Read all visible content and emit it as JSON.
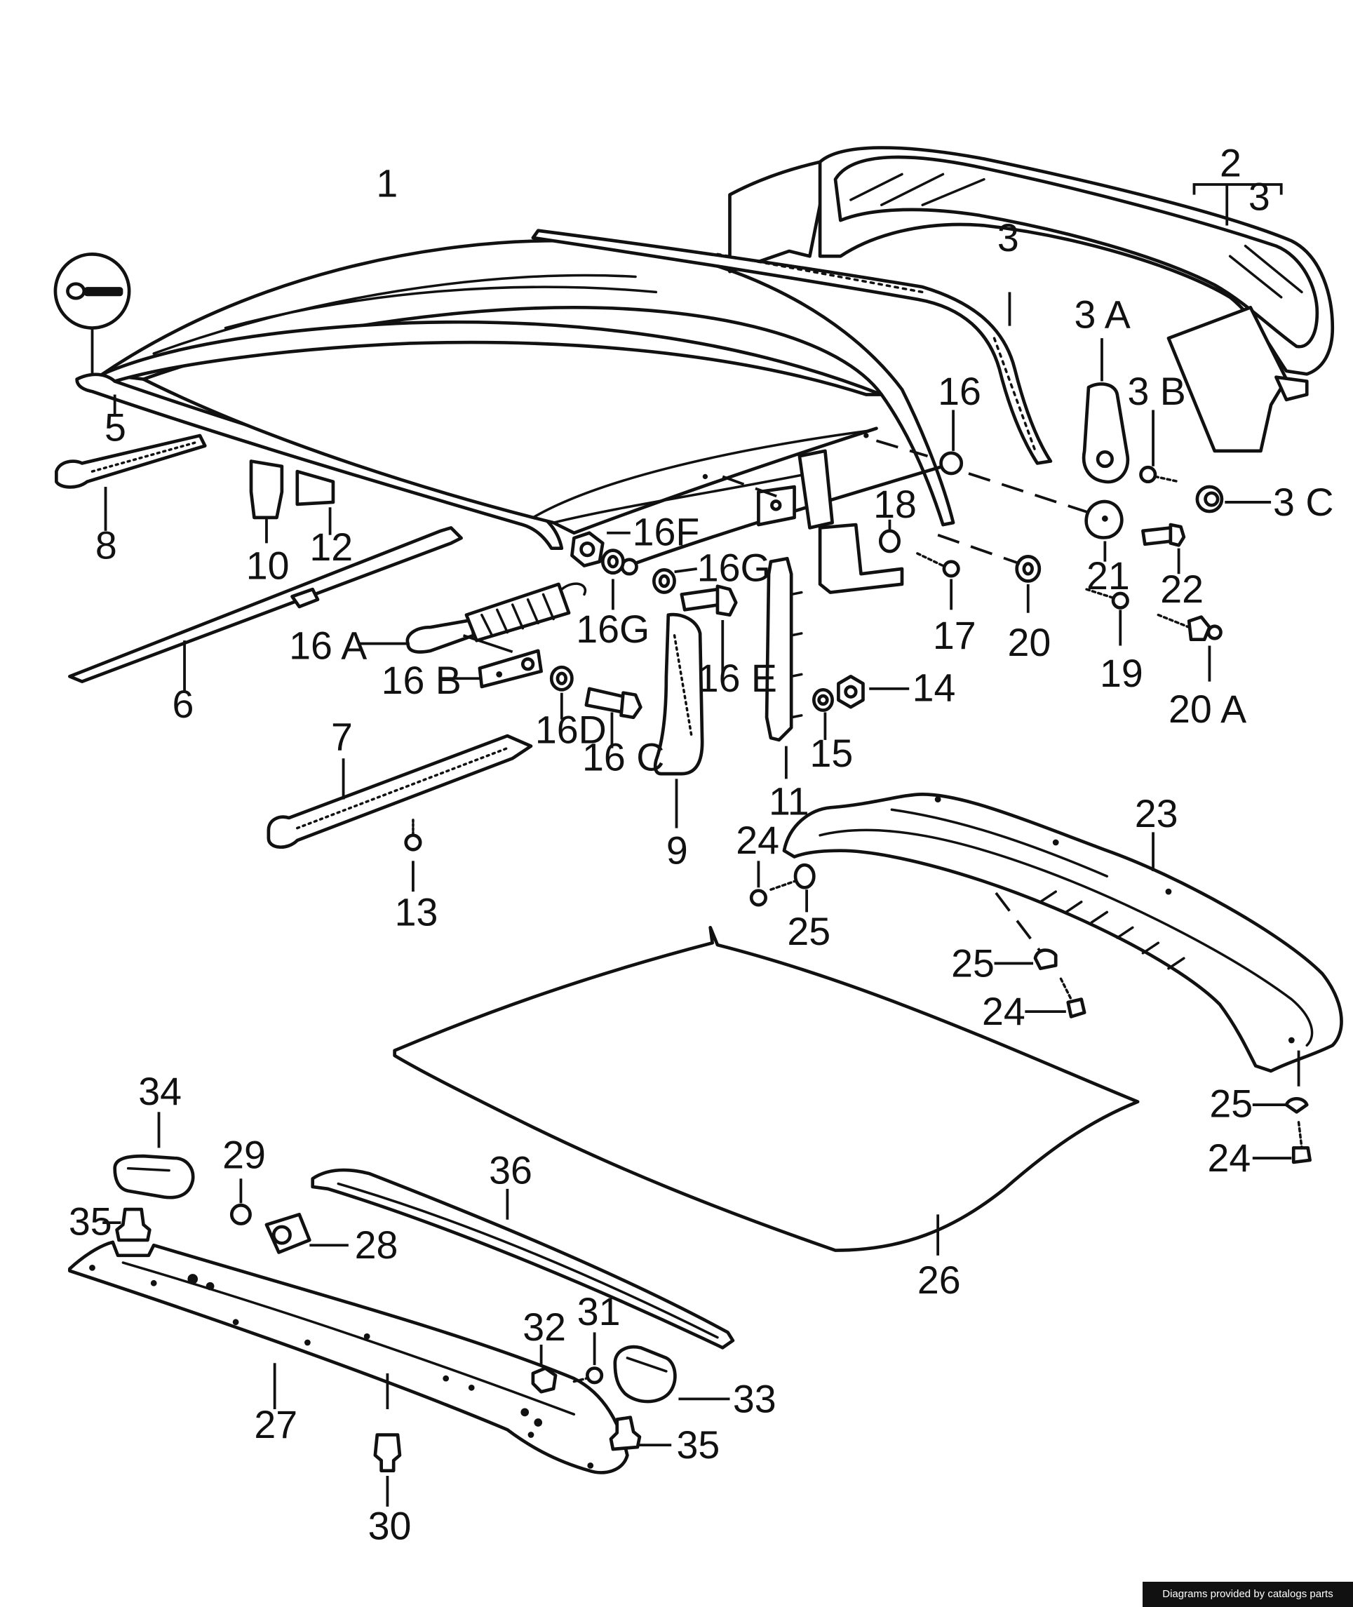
{
  "callouts": {
    "c1": "1",
    "c2": "2",
    "c3_br": "3",
    "c3": "3",
    "c3a": "3 A",
    "c3b": "3 B",
    "c3c": "3 C",
    "c5": "5",
    "c6": "6",
    "c7": "7",
    "c8": "8",
    "c9": "9",
    "c10": "10",
    "c11": "11",
    "c12": "12",
    "c13": "13",
    "c14": "14",
    "c15": "15",
    "c16": "16",
    "c16a": "16 A",
    "c16b": "16 B",
    "c16c": "16 C",
    "c16d": "16D",
    "c16e": "16 E",
    "c16f": "16F",
    "c16g1": "16G",
    "c16g2": "16G",
    "c17": "17",
    "c18": "18",
    "c19": "19",
    "c20": "20",
    "c20a": "20 A",
    "c21": "21",
    "c22": "22",
    "c23": "23",
    "c24a": "24",
    "c24b": "24",
    "c24c": "24",
    "c25a": "25",
    "c25b": "25",
    "c25c": "25",
    "c26": "26",
    "c27": "27",
    "c28": "28",
    "c29": "29",
    "c30": "30",
    "c31": "31",
    "c32": "32",
    "c33": "33",
    "c34": "34",
    "c35a": "35",
    "c35b": "35",
    "c36": "36"
  },
  "credit": "Diagrams provided by catalogs parts",
  "icons": {
    "key_symbol": "key-icon"
  }
}
